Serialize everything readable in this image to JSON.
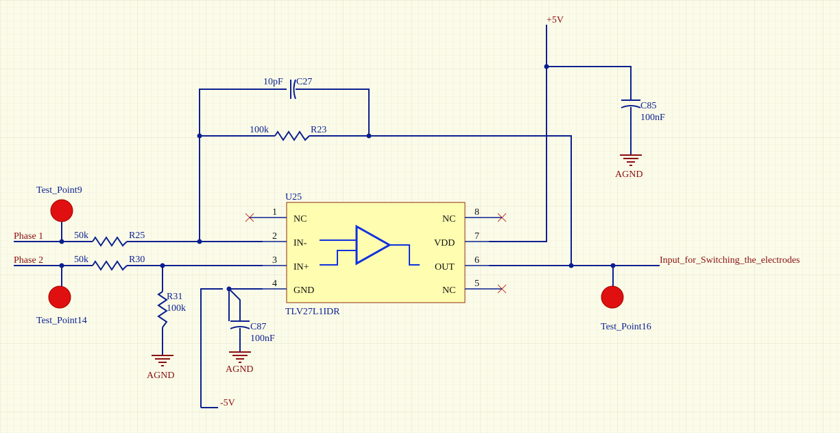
{
  "power": {
    "vcc": "+5V",
    "vee": "-5V",
    "gnd": "AGND"
  },
  "nets": {
    "phase1": "Phase  1",
    "phase2": "Phase  2",
    "output": "Input_for_Switching_the_electrodes"
  },
  "test_points": {
    "tp9": "Test_Point9",
    "tp14": "Test_Point14",
    "tp16": "Test_Point16"
  },
  "resistors": {
    "r25": {
      "ref": "R25",
      "value": "50k"
    },
    "r30": {
      "ref": "R30",
      "value": "50k"
    },
    "r23": {
      "ref": "R23",
      "value": "100k"
    },
    "r31": {
      "ref": "R31",
      "value": "100k"
    }
  },
  "capacitors": {
    "c27": {
      "ref": "C27",
      "value": "10pF"
    },
    "c85": {
      "ref": "C85",
      "value": "100nF"
    },
    "c87": {
      "ref": "C87",
      "value": "100nF"
    }
  },
  "opamp": {
    "ref": "U25",
    "part": "TLV27L1IDR",
    "pins": {
      "p1": {
        "num": "1",
        "name": "NC"
      },
      "p2": {
        "num": "2",
        "name": "IN-"
      },
      "p3": {
        "num": "3",
        "name": "IN+"
      },
      "p4": {
        "num": "4",
        "name": "GND"
      },
      "p5": {
        "num": "5",
        "name": "NC"
      },
      "p6": {
        "num": "6",
        "name": "OUT"
      },
      "p7": {
        "num": "7",
        "name": "VDD"
      },
      "p8": {
        "num": "8",
        "name": "NC"
      }
    }
  },
  "colors": {
    "wire": "#0a1f8f",
    "net_label": "#8a0f0f",
    "body_fill": "#fefdb0",
    "body_stroke": "#a0522d",
    "test_point": "#e01010",
    "background": "#fbfbe9"
  }
}
